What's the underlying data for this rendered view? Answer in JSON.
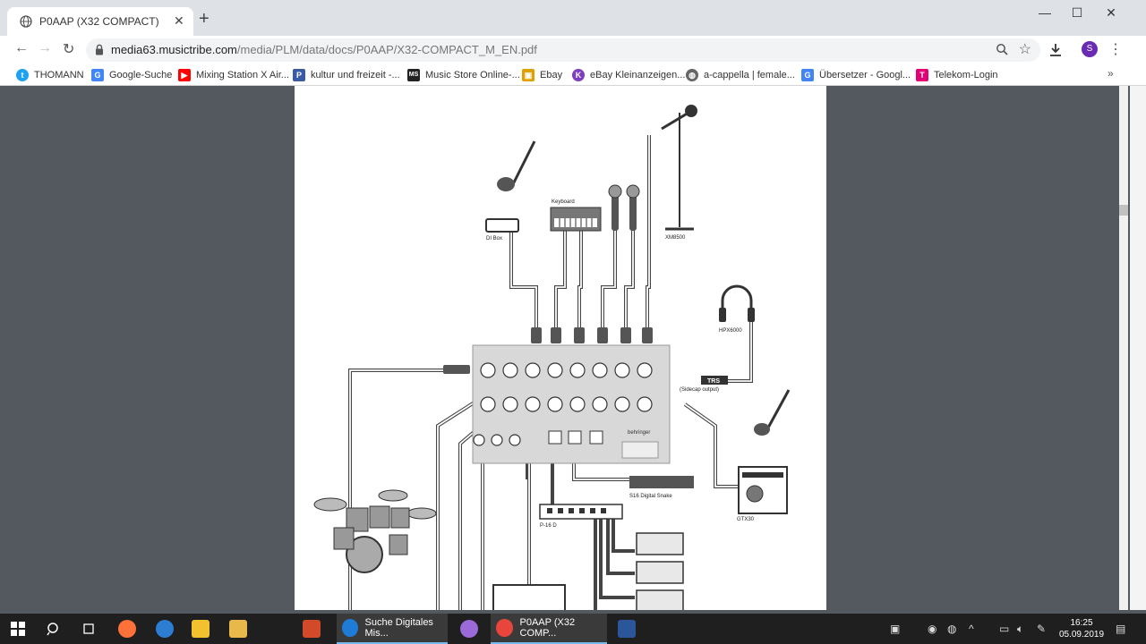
{
  "tab": {
    "title": "P0AAP (X32 COMPACT)"
  },
  "omnibox": {
    "host": "media63.musictribe.com",
    "path": "/media/PLM/data/docs/P0AAP/X32-COMPACT_M_EN.pdf"
  },
  "profile": {
    "initial": "S"
  },
  "bookmarks": [
    {
      "label": "THOMANN",
      "color": "#1da1f2",
      "glyph": "t"
    },
    {
      "label": "Google-Suche",
      "color": "#4285f4",
      "glyph": "G"
    },
    {
      "label": "Mixing Station X Air...",
      "color": "#ff0000",
      "glyph": "▶"
    },
    {
      "label": "kultur und freizeit -...",
      "color": "#3a5aa8",
      "glyph": "P"
    },
    {
      "label": "Music Store Online-...",
      "color": "#222222",
      "glyph": "MS"
    },
    {
      "label": "Ebay",
      "color": "#e0a100",
      "glyph": "▣"
    },
    {
      "label": "eBay Kleinanzeigen...",
      "color": "#7b3fbf",
      "glyph": "K"
    },
    {
      "label": "a-cappella | female...",
      "color": "#666666",
      "glyph": "◍"
    },
    {
      "label": "Übersetzer - Googl...",
      "color": "#4285f4",
      "glyph": "G"
    },
    {
      "label": "Telekom-Login",
      "color": "#e20074",
      "glyph": "T"
    }
  ],
  "diagram": {
    "labels": {
      "di_box": "DI Box",
      "keyboard": "Keyboard",
      "xm8500": "XM8500",
      "hpx6000": "HPX6000",
      "trs": "TRS",
      "sidecap": "(Sidecap output)",
      "s16": "S16 Digital Snake",
      "gtx30": "GTX30",
      "p16d": "P-16 D",
      "brand": "behringer"
    }
  },
  "taskbar": {
    "apps": [
      {
        "label": "Suche Digitales Mis...",
        "color": "#1e7bd6"
      },
      {
        "label": "P0AAP (X32 COMP...",
        "color": "#e8453c"
      }
    ],
    "time": "16:25",
    "date": "05.09.2019"
  }
}
